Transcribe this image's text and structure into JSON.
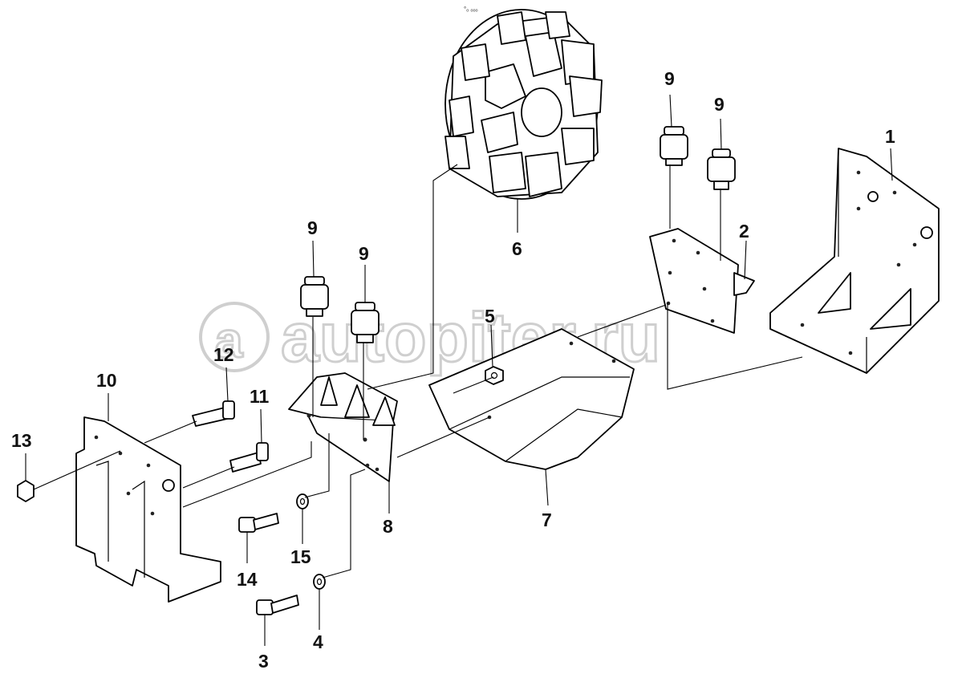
{
  "watermark": {
    "text": "autopiter.ru"
  },
  "top_mark": "°ₒ ₒₒₒ",
  "callouts": [
    {
      "id": "1",
      "text": "1"
    },
    {
      "id": "2",
      "text": "2"
    },
    {
      "id": "3",
      "text": "3"
    },
    {
      "id": "4",
      "text": "4"
    },
    {
      "id": "5",
      "text": "5"
    },
    {
      "id": "6",
      "text": "6"
    },
    {
      "id": "7",
      "text": "7"
    },
    {
      "id": "8",
      "text": "8"
    },
    {
      "id": "9a",
      "text": "9"
    },
    {
      "id": "9b",
      "text": "9"
    },
    {
      "id": "9c",
      "text": "9"
    },
    {
      "id": "9d",
      "text": "9"
    },
    {
      "id": "10",
      "text": "10"
    },
    {
      "id": "11",
      "text": "11"
    },
    {
      "id": "12",
      "text": "12"
    },
    {
      "id": "13",
      "text": "13"
    },
    {
      "id": "14",
      "text": "14"
    },
    {
      "id": "15",
      "text": "15"
    }
  ],
  "colors": {
    "line": "#000000",
    "watermark": "#cfcfcf",
    "background": "#ffffff"
  }
}
